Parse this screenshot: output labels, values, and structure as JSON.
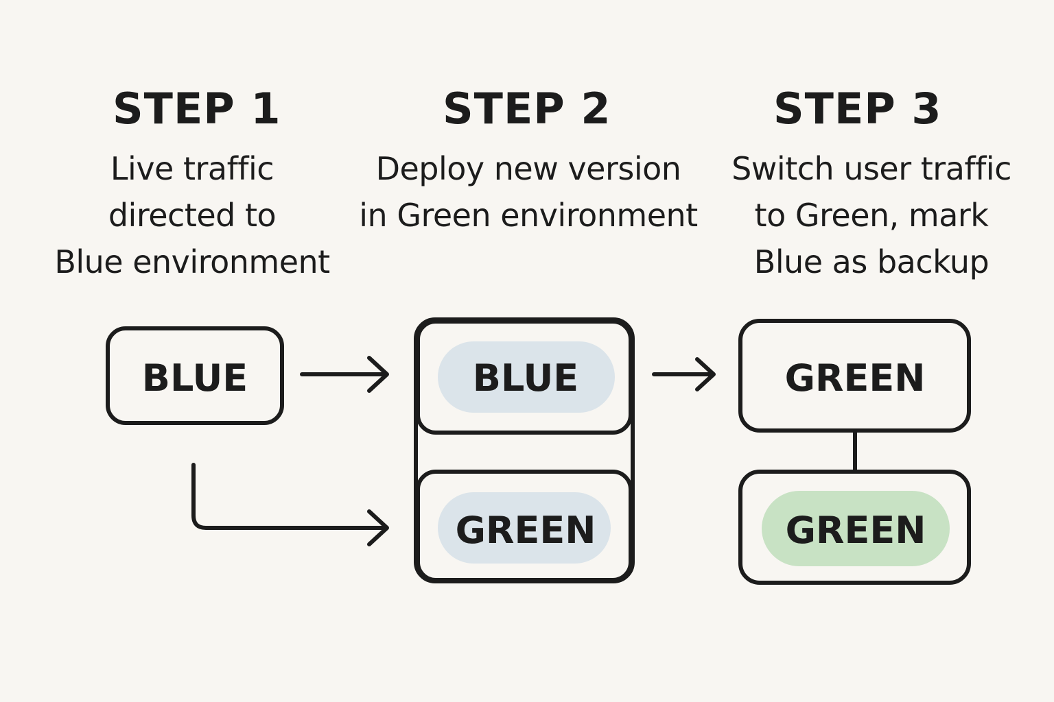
{
  "colors": {
    "background": "#f8f6f2",
    "stroke": "#1c1c1c",
    "blue_fill": "#dbe4ea",
    "green_fill_light": "#dbe4ea",
    "green_fill": "#c8e2c4"
  },
  "steps": [
    {
      "title": "STEP 1",
      "description": [
        "Live traffic",
        "directed to",
        "Blue environment"
      ]
    },
    {
      "title": "STEP 2",
      "description": [
        "Deploy new version",
        "in Green environment"
      ]
    },
    {
      "title": "STEP 3",
      "description": [
        "Switch user traffic",
        "to Green, mark",
        "Blue as backup"
      ]
    }
  ],
  "nodes": {
    "step1_blue": "BLUE",
    "step2_blue": "BLUE",
    "step2_green": "GREEN",
    "step3_top_green": "GREEN",
    "step3_bottom_green": "GREEN"
  }
}
